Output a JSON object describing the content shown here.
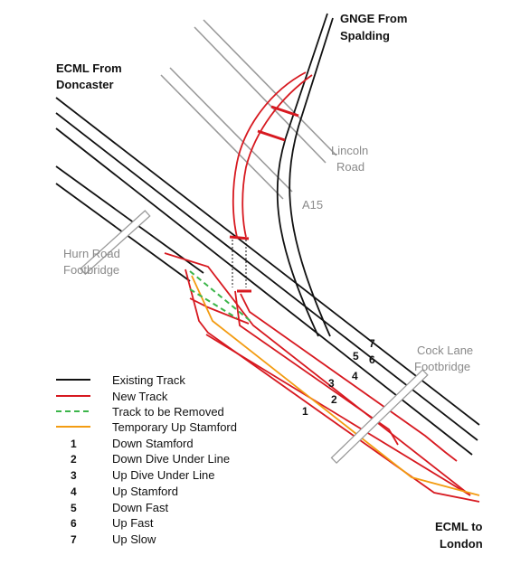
{
  "labels": {
    "gnge_line1": "GNGE From",
    "gnge_line2": "Spalding",
    "ecml_doncaster_line1": "ECML From",
    "ecml_doncaster_line2": "Doncaster",
    "lincoln_line1": "Lincoln",
    "lincoln_line2": "Road",
    "a15": "A15",
    "hurn_line1": "Hurn Road",
    "hurn_line2": "Footbridge",
    "cock_line1": "Cock Lane",
    "cock_line2": "Footbridge",
    "london_line1": "ECML to",
    "london_line2": "London"
  },
  "track_numbers": {
    "t1": "1",
    "t2": "2",
    "t3": "3",
    "t4": "4",
    "t5": "5",
    "t6": "6",
    "t7": "7"
  },
  "legend": [
    {
      "key": "",
      "label": "Existing Track",
      "style": "line",
      "color": "#111111"
    },
    {
      "key": "",
      "label": "New Track",
      "style": "line",
      "color": "#d71920"
    },
    {
      "key": "",
      "label": "Track to be Removed",
      "style": "dashed",
      "color": "#3cb54a"
    },
    {
      "key": "",
      "label": "Temporary Up Stamford",
      "style": "line",
      "color": "#f39c12"
    },
    {
      "key": "1",
      "label": "Down Stamford",
      "style": "number"
    },
    {
      "key": "2",
      "label": "Down Dive Under Line",
      "style": "number"
    },
    {
      "key": "3",
      "label": "Up Dive Under Line",
      "style": "number"
    },
    {
      "key": "4",
      "label": "Up Stamford",
      "style": "number"
    },
    {
      "key": "5",
      "label": "Down Fast",
      "style": "number"
    },
    {
      "key": "6",
      "label": "Up Fast",
      "style": "number"
    },
    {
      "key": "7",
      "label": "Up Slow",
      "style": "number"
    }
  ],
  "colors": {
    "existing": "#111111",
    "new": "#d71920",
    "removed": "#3cb54a",
    "temporary": "#f39c12",
    "bridge": "#9a9a9a"
  }
}
